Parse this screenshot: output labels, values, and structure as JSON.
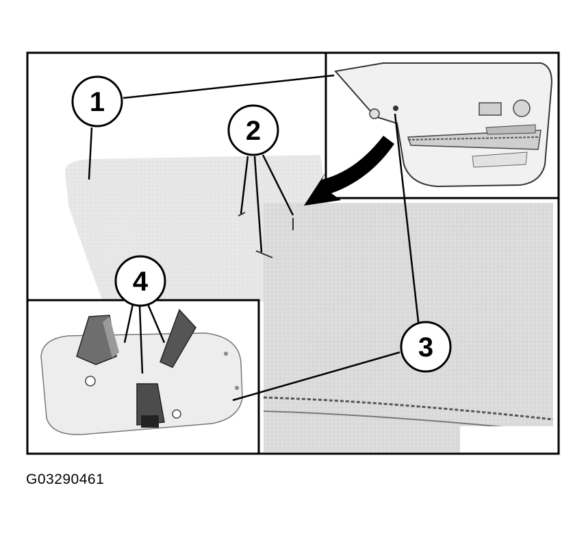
{
  "figure": {
    "caption": "G03290461",
    "callouts": [
      "1",
      "2",
      "3",
      "4"
    ]
  }
}
